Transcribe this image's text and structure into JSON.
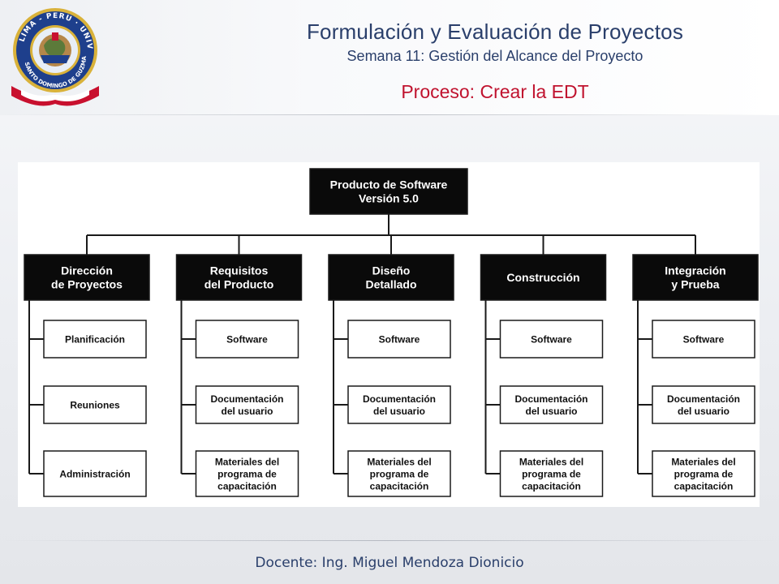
{
  "header": {
    "title": "Formulación y Evaluación de Proyectos",
    "subtitle": "Semana 11: Gestión del Alcance del Proyecto",
    "process_title": "Proceso: Crear la EDT"
  },
  "logo": {
    "top_text": "LIMA - PERU",
    "ring_left": "UNIVERSIDAD",
    "ring_bottom": "SANTO DOMINGO DE GUZMAN",
    "colors": {
      "ring": "#1e3f8c",
      "gold": "#d9b23a",
      "flag_red": "#c8102e"
    }
  },
  "wbs": {
    "root": [
      "Producto de Software",
      "Versión 5.0"
    ],
    "branches": [
      {
        "label": [
          "Dirección",
          "de Proyectos"
        ],
        "children": [
          [
            "Planificación"
          ],
          [
            "Reuniones"
          ],
          [
            "Administración"
          ]
        ]
      },
      {
        "label": [
          "Requisitos",
          "del Producto"
        ],
        "children": [
          [
            "Software"
          ],
          [
            "Documentación",
            "del usuario"
          ],
          [
            "Materiales del",
            "programa de",
            "capacitación"
          ]
        ]
      },
      {
        "label": [
          "Diseño",
          "Detallado"
        ],
        "children": [
          [
            "Software"
          ],
          [
            "Documentación",
            "del usuario"
          ],
          [
            "Materiales del",
            "programa de",
            "capacitación"
          ]
        ]
      },
      {
        "label": [
          "Construcción"
        ],
        "children": [
          [
            "Software"
          ],
          [
            "Documentación",
            "del usuario"
          ],
          [
            "Materiales del",
            "programa de",
            "capacitación"
          ]
        ]
      },
      {
        "label": [
          "Integración",
          "y Prueba"
        ],
        "children": [
          [
            "Software"
          ],
          [
            "Documentación",
            "del usuario"
          ],
          [
            "Materiales del",
            "programa de",
            "capacitación"
          ]
        ]
      }
    ],
    "colors": {
      "header_fill": "#0a0a0a",
      "header_text": "#ffffff",
      "leaf_fill": "#ffffff",
      "line": "#1a1a1a"
    }
  },
  "footer": {
    "text": "Docente: Ing. Miguel Mendoza Dionicio"
  }
}
